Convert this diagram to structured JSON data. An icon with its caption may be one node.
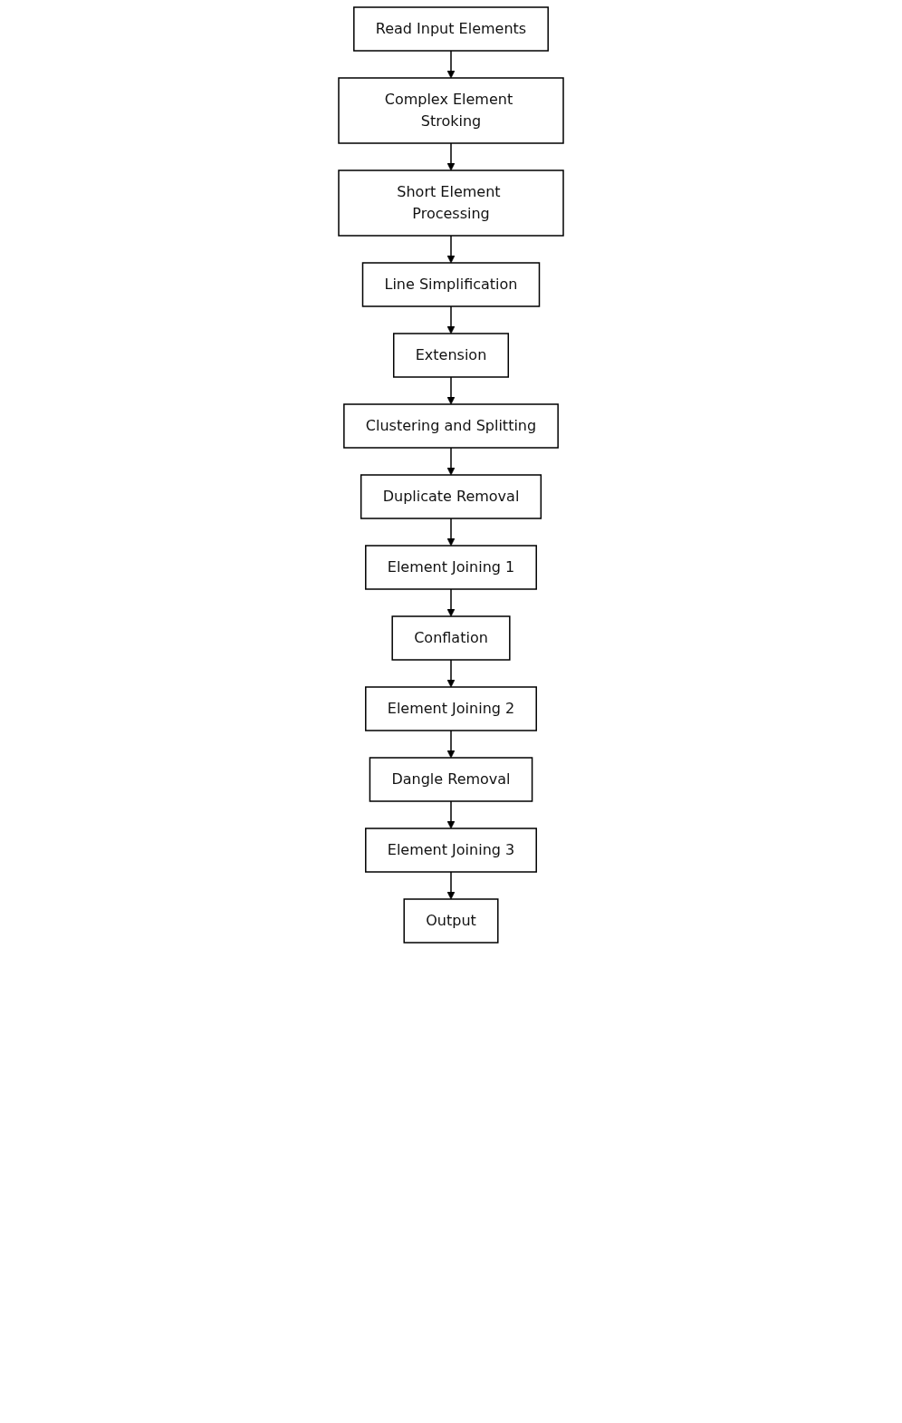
{
  "diagram": {
    "nodes": [
      {
        "text": [
          "Read Input Elements"
        ]
      },
      {
        "text": [
          "Complex Element Stroking"
        ]
      },
      {
        "text": [
          "Short Element Processing"
        ]
      },
      {
        "text": [
          "Line Simplification"
        ]
      },
      {
        "text": [
          "Extension"
        ]
      },
      {
        "text": [
          "Clustering and Splitting"
        ]
      },
      {
        "text": [
          "Duplicate Removal"
        ]
      },
      {
        "text": [
          "Element Joining 1"
        ]
      },
      {
        "text": [
          "Conflation"
        ]
      },
      {
        "text": [
          "Element Joining 2"
        ]
      },
      {
        "text": [
          "Dangle Removal"
        ]
      },
      {
        "text": [
          "Element Joining 3"
        ]
      },
      {
        "text": [
          "Output"
        ]
      }
    ],
    "edges": [
      {
        "from": 0,
        "to": 1,
        "arrow": "to"
      },
      {
        "from": 1,
        "to": 2,
        "arrow": "to"
      },
      {
        "from": 2,
        "to": 3,
        "arrow": "to"
      },
      {
        "from": 3,
        "to": 4,
        "arrow": "to"
      },
      {
        "from": 4,
        "to": 5,
        "arrow": "to"
      },
      {
        "from": 5,
        "to": 6,
        "arrow": "to"
      },
      {
        "from": 6,
        "to": 7,
        "arrow": "to"
      },
      {
        "from": 7,
        "to": 8,
        "arrow": "to"
      },
      {
        "from": 8,
        "to": 9,
        "arrow": "to"
      },
      {
        "from": 9,
        "to": 10,
        "arrow": "to"
      },
      {
        "from": 10,
        "to": 11,
        "arrow": "to"
      },
      {
        "from": 11,
        "to": 12,
        "arrow": "to"
      }
    ]
  }
}
